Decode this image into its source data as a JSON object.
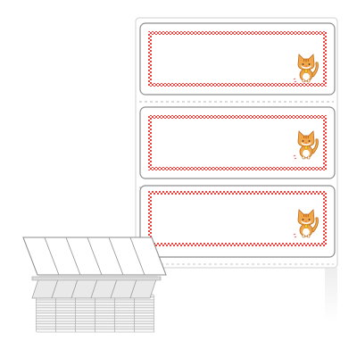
{
  "product": {
    "kind": "fanfold label sheet",
    "labels_per_sheet": 3,
    "stack_columns": 6,
    "illustration": "cat-icon",
    "colors": {
      "label_border": "#9a9a9a",
      "frame_red": "#e8433f",
      "cat_orange": "#f2a64a",
      "cat_bell": "#f6c531",
      "sheet_shadow": "#d8d8d8",
      "stack_fill": "#f4f4f4",
      "stack_stroke": "#9b9b9b"
    }
  }
}
